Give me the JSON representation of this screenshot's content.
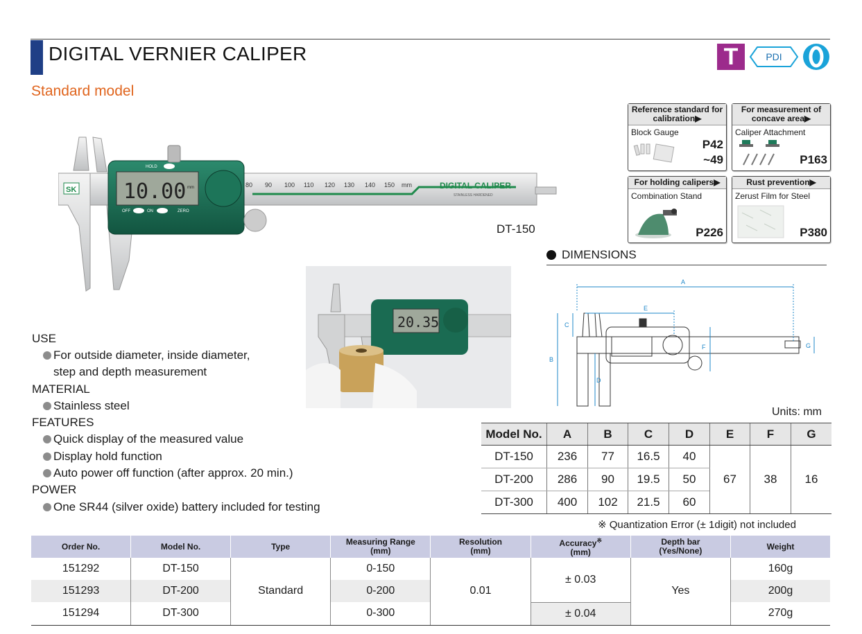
{
  "header": {
    "title": "DIGITAL VERNIER CALIPER",
    "subtitle": "Standard model",
    "badges": {
      "t": "T",
      "pdi": "PDI",
      "o": "0"
    },
    "colors": {
      "title_bar": "#1f3f86",
      "subtitle": "#e0651e",
      "badge_t": "#9c2b8c",
      "badge_blue": "#1aa3d9"
    }
  },
  "references": [
    {
      "heading": "Reference standard for calibration",
      "item": "Block Gauge",
      "page": "P42",
      "page2": "~49"
    },
    {
      "heading": "For measurement of concave area",
      "item": "Caliper Attachment",
      "page": "P163"
    },
    {
      "heading": "For holding calipers",
      "item": "Combination Stand",
      "page": "P226"
    },
    {
      "heading": "Rust prevention",
      "item": "Zerust Film for Steel",
      "page": "P380"
    }
  ],
  "product": {
    "model_caption": "DT-150",
    "caliper_display": "10.00",
    "caliper_unit": "mm",
    "caliper_brand": "DIGITAL CALIPER",
    "caliper_sub": "STAINLESS HARDENED",
    "hold_label": "HOLD",
    "off_label": "OFF",
    "on_label": "ON",
    "zero_label": "ZERO",
    "photo_display": "20.35",
    "scale_ticks": [
      "80",
      "90",
      "100",
      "110",
      "120",
      "130",
      "140",
      "150",
      "mm"
    ]
  },
  "dimensions": {
    "title": "DIMENSIONS",
    "letters": [
      "A",
      "E",
      "C",
      "B",
      "D",
      "F",
      "G"
    ]
  },
  "specs": {
    "use_heading": "USE",
    "use_items": [
      "For outside diameter, inside diameter,",
      "step and depth measurement"
    ],
    "material_heading": "MATERIAL",
    "material_items": [
      "Stainless steel"
    ],
    "features_heading": "FEATURES",
    "features_items": [
      "Quick display of the measured value",
      "Display hold function",
      "Auto power off function (after approx. 20 min.)"
    ],
    "power_heading": "POWER",
    "power_items": [
      "One SR44 (silver oxide) battery included for testing"
    ]
  },
  "dims_table": {
    "units": "Units: mm",
    "headers": [
      "Model No.",
      "A",
      "B",
      "C",
      "D",
      "E",
      "F",
      "G"
    ],
    "rows": [
      [
        "DT-150",
        "236",
        "77",
        "16.5",
        "40"
      ],
      [
        "DT-200",
        "286",
        "90",
        "19.5",
        "50"
      ],
      [
        "DT-300",
        "400",
        "102",
        "21.5",
        "60"
      ]
    ],
    "shared": {
      "E": "67",
      "F": "38",
      "G": "16"
    },
    "note": "※ Quantization Error (± 1digit) not included"
  },
  "order_table": {
    "headers": [
      "Order No.",
      "Model No.",
      "Type",
      "Measuring Range",
      "(mm)",
      "Resolution",
      "(mm)",
      "Accuracy",
      "※",
      "(mm)",
      "Depth bar",
      "(Yes/None)",
      "Weight"
    ],
    "rows": [
      {
        "order": "151292",
        "model": "DT-150",
        "range": "0-150",
        "weight": "160g"
      },
      {
        "order": "151293",
        "model": "DT-200",
        "range": "0-200",
        "weight": "200g"
      },
      {
        "order": "151294",
        "model": "DT-300",
        "range": "0-300",
        "weight": "270g"
      }
    ],
    "type": "Standard",
    "resolution": "0.01",
    "accuracy_1": "± 0.03",
    "accuracy_2": "± 0.04",
    "depth_bar": "Yes"
  }
}
